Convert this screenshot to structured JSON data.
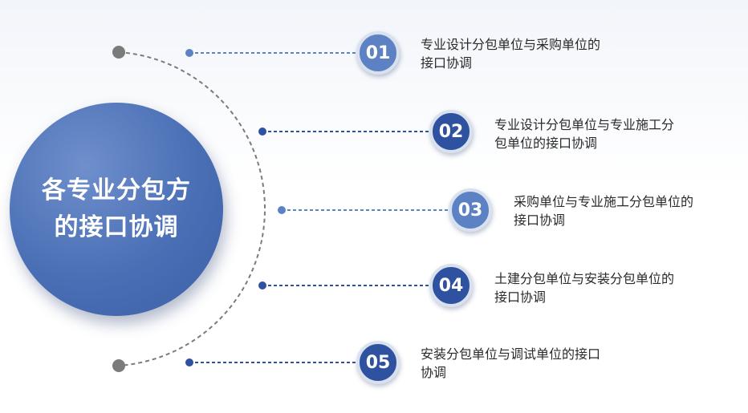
{
  "hub": {
    "lines": [
      "各专业分包方",
      "的接口协调"
    ]
  },
  "items": [
    {
      "number": "01",
      "lines": [
        "专业设计分包单位与采购单位的",
        "接口协调"
      ],
      "tone": "light"
    },
    {
      "number": "02",
      "lines": [
        "专业设计分包单位与专业施工分",
        "包单位的接口协调"
      ],
      "tone": "dark"
    },
    {
      "number": "03",
      "lines": [
        "采购单位与专业施工分包单位的",
        "接口协调"
      ],
      "tone": "light"
    },
    {
      "number": "04",
      "lines": [
        "土建分包单位与安装分包单位的",
        "接口协调"
      ],
      "tone": "dark"
    },
    {
      "number": "05",
      "lines": [
        "安装分包单位与调试单位的接口",
        "协调"
      ],
      "tone": "dark"
    }
  ],
  "colors": {
    "light": "#5d82c4",
    "dark": "#2f52a0",
    "arc": "#7b7b7b"
  }
}
